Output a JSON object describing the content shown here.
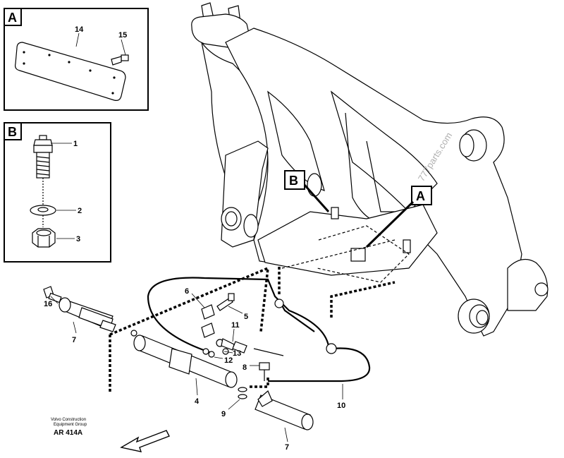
{
  "diagram": {
    "title_block": {
      "line1": "Volvo Construction",
      "line2": "Equipment Group",
      "code": "AR 414A"
    },
    "watermark": "777parts.com",
    "detail_boxes": [
      {
        "id": "A",
        "label": "A",
        "parts": [
          "14",
          "15"
        ]
      },
      {
        "id": "B",
        "label": "B",
        "parts": [
          "1",
          "2",
          "3"
        ]
      }
    ],
    "callout_labels": {
      "A": "A",
      "B": "B"
    },
    "part_numbers": {
      "p1": "1",
      "p2": "2",
      "p3": "3",
      "p4": "4",
      "p5": "5",
      "p6": "6",
      "p7a": "7",
      "p7b": "7",
      "p8": "8",
      "p9": "9",
      "p10": "10",
      "p11": "11",
      "p12": "12",
      "p13": "13",
      "p14": "14",
      "p15": "15",
      "p16": "16"
    },
    "direction_arrow": "forward-direction-arrow"
  }
}
